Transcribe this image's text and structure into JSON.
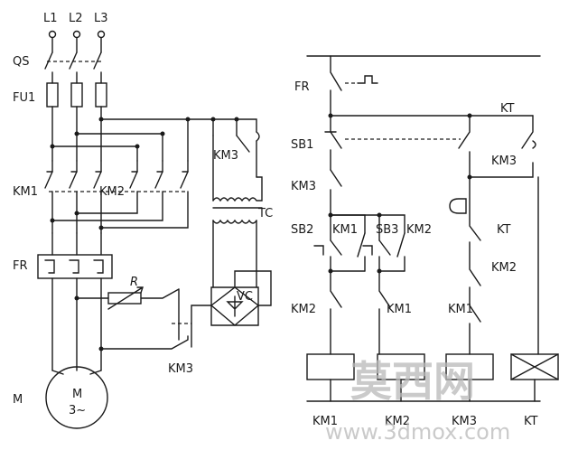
{
  "labels": {
    "l1": "L1",
    "l2": "L2",
    "l3": "L3",
    "qs": "QS",
    "fu1": "FU1",
    "km1_main": "KM1",
    "km2_main": "KM2",
    "km3_brake": "KM3",
    "tc": "TC",
    "fr_main": "FR",
    "r": "R",
    "vc": "VC",
    "km3_bottom": "KM3",
    "m": "M",
    "motor_m": "M",
    "motor_phase": "3~",
    "fr_ctrl": "FR",
    "sb1": "SB1",
    "km3_ctrl": "KM3",
    "sb2": "SB2",
    "km1_hold": "KM1",
    "sb3": "SB3",
    "km2_hold": "KM2",
    "km2_interlock": "KM2",
    "km1_interlock_a": "KM1",
    "km1_interlock_b": "KM1",
    "kt_top": "KT",
    "km3_top": "KM3",
    "kt_mid": "KT",
    "km2_mid": "KM2",
    "coil_km1": "KM1",
    "coil_km2": "KM2",
    "coil_km3": "KM3",
    "coil_kt": "KT"
  },
  "watermark": {
    "cn": "莫西网",
    "url": "www.3dmox.com"
  }
}
